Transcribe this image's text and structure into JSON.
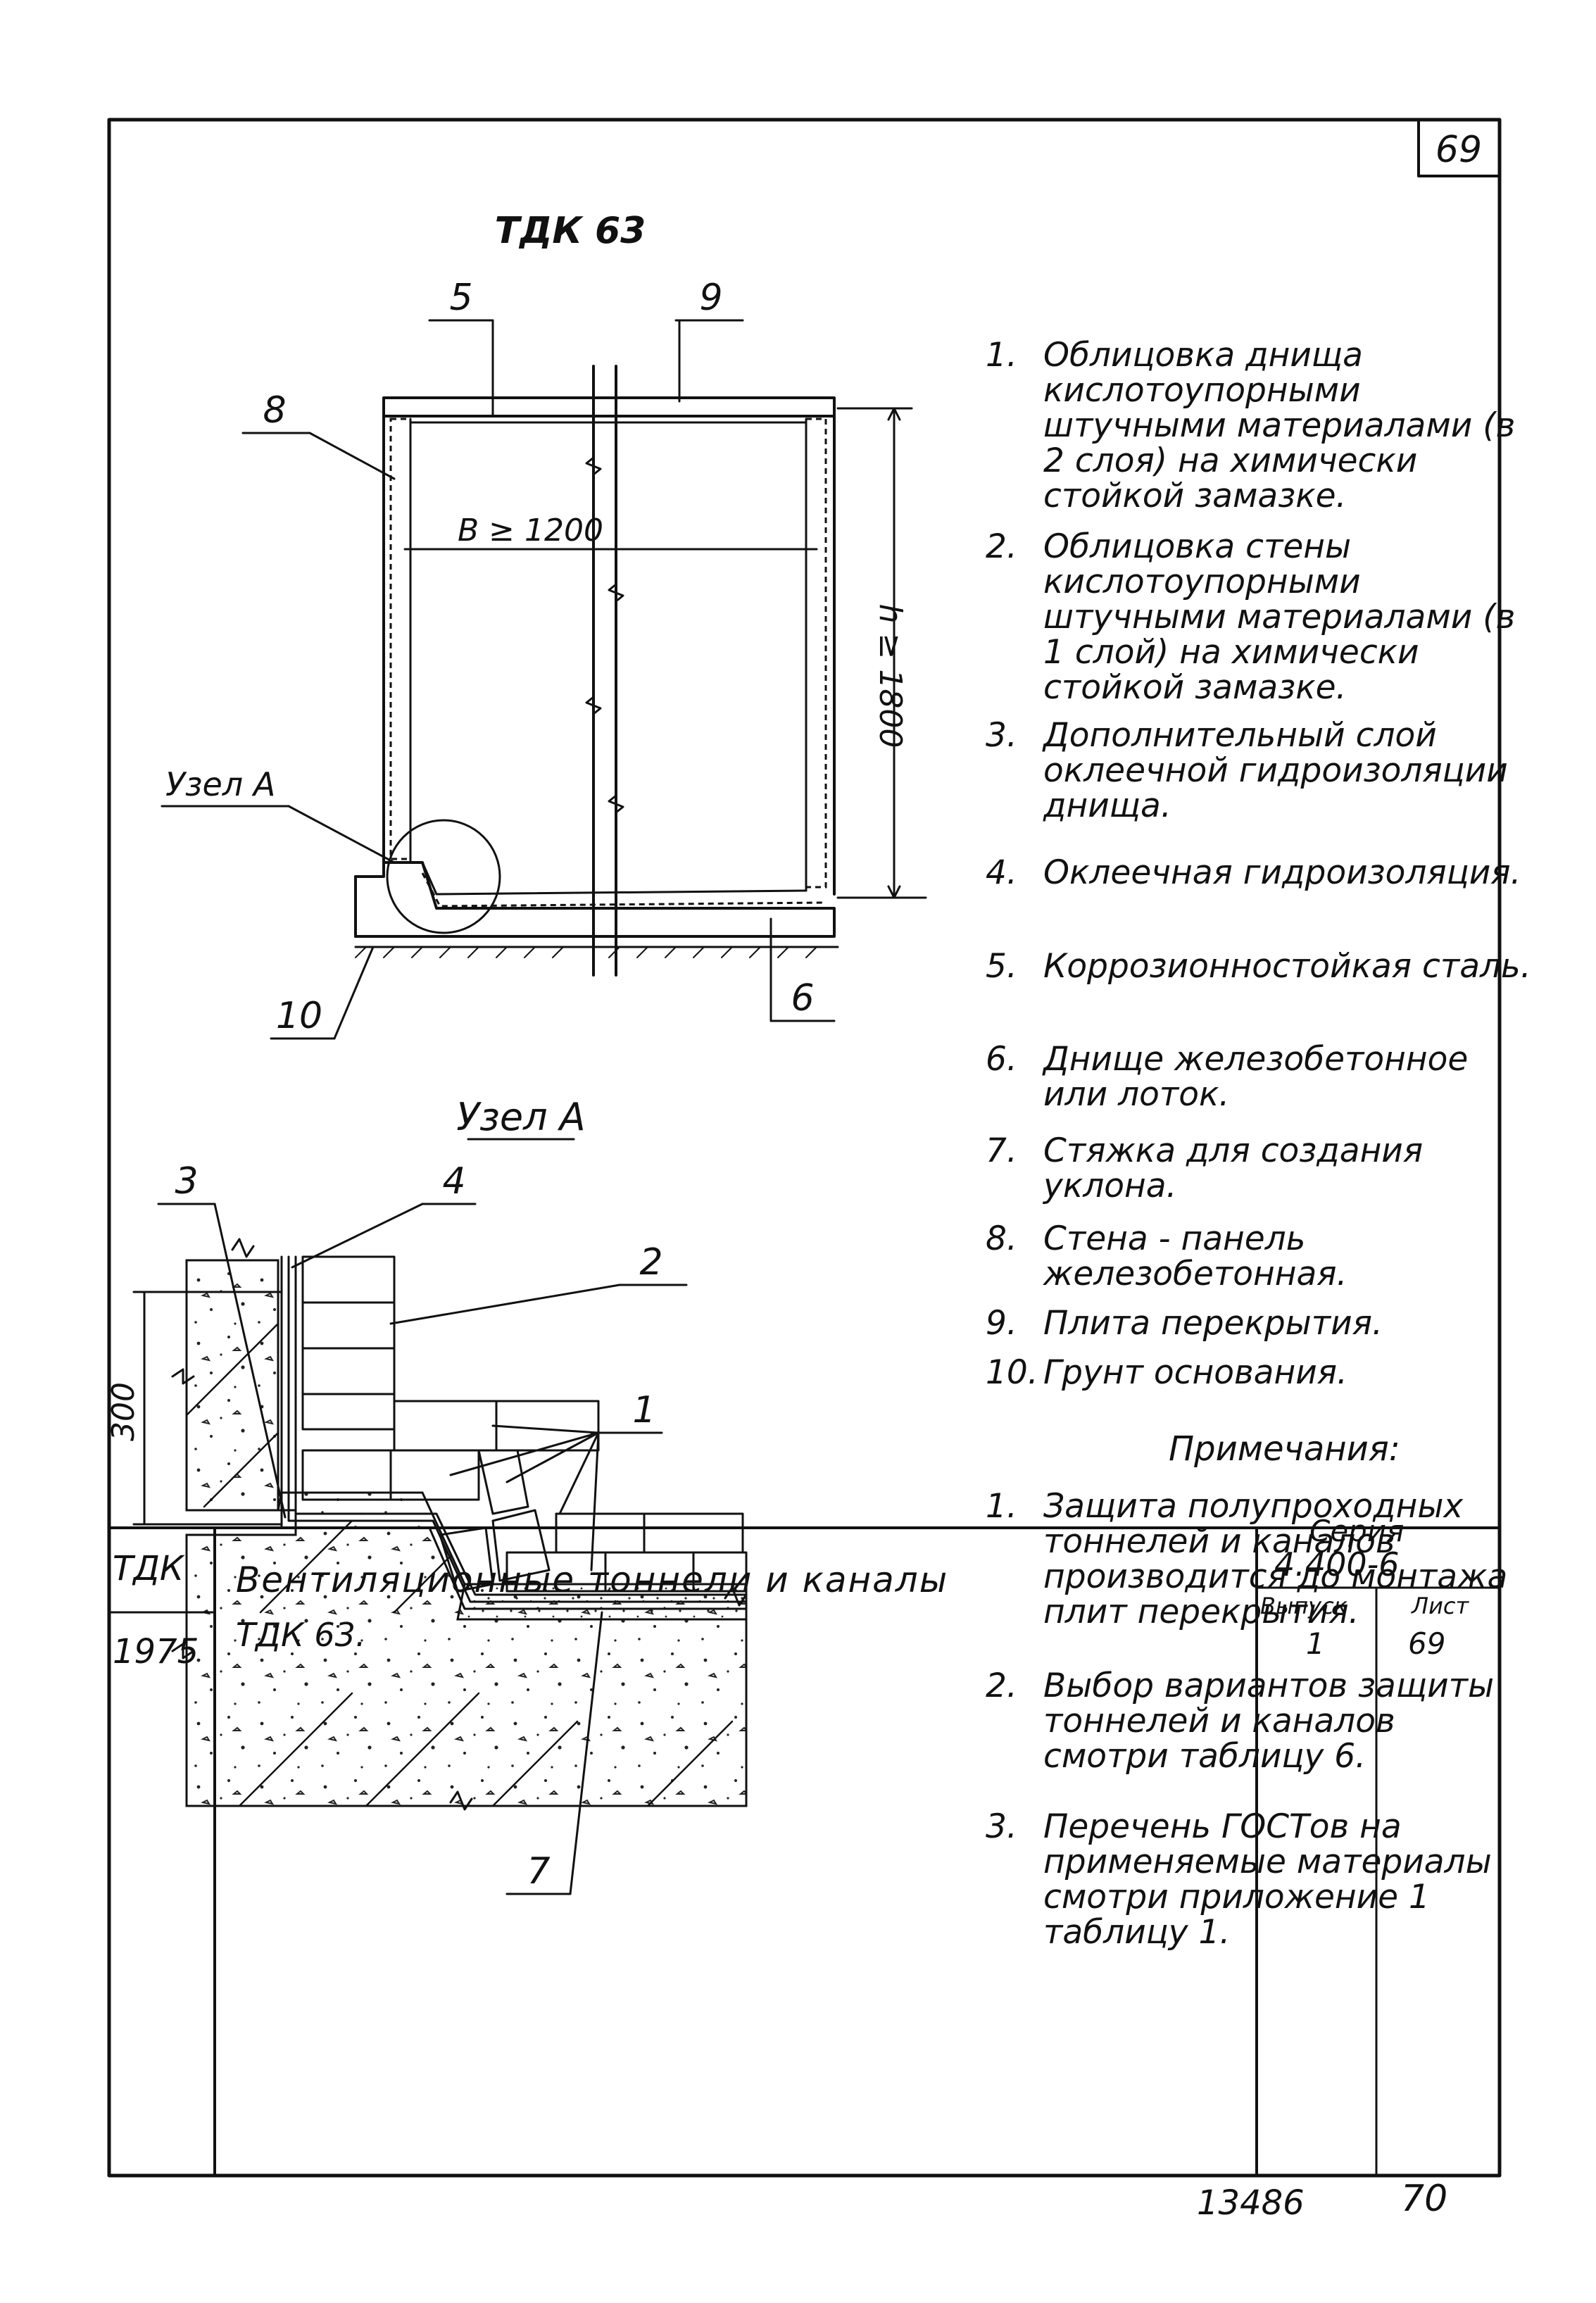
{
  "sheet": {
    "page_number": "69",
    "drawing_title": "ТДК 63",
    "section_title": "Узел А",
    "node_label": "Узел А"
  },
  "section_labels": {
    "l5": "5",
    "l9": "9",
    "l8": "8",
    "l10": "10",
    "l6": "6",
    "width_dim": "В ≥ 1200",
    "height_dim": "h ≥ 1800"
  },
  "detail_labels": {
    "l3": "3",
    "l4": "4",
    "l2": "2",
    "l1": "1",
    "l7": "7",
    "dim300": "300"
  },
  "legend": [
    {
      "num": "1.",
      "text": "Облицовка днища кислотоупорными штучными материалами (в 2 слоя) на химически стойкой замазке."
    },
    {
      "num": "2.",
      "text": "Облицовка стены кислотоупорными штучными материалами (в 1 слой) на химически стойкой замазке."
    },
    {
      "num": "3.",
      "text": "Дополнительный слой оклеечной гидроизоляции днища."
    },
    {
      "num": "4.",
      "text": "Оклеечная гидроизоляция."
    },
    {
      "num": "5.",
      "text": "Коррозионностойкая сталь."
    },
    {
      "num": "6.",
      "text": "Днище железобетонное или лоток."
    },
    {
      "num": "7.",
      "text": "Стяжка для создания уклона."
    },
    {
      "num": "8.",
      "text": "Стена - панель железобетонная."
    },
    {
      "num": "9.",
      "text": "Плита перекрытия."
    },
    {
      "num": "10.",
      "text": "Грунт основания."
    }
  ],
  "notes": {
    "heading": "Примечания:",
    "items": [
      {
        "num": "1.",
        "text": "Защита полупроходных тоннелей и каналов производится до монтажа плит перекрытия."
      },
      {
        "num": "2.",
        "text": "Выбор вариантов защиты тоннелей и каналов смотри таблицу 6."
      },
      {
        "num": "3.",
        "text": "Перечень ГОСТов на применяемые материалы смотри приложение 1 таблицу 1."
      }
    ]
  },
  "title_block": {
    "code": "ТДК",
    "year": "1975",
    "title_line1": "Вентиляционные тоннели и каналы",
    "title_line2": "ТДК 63.",
    "series_label": "Серия",
    "series_value": "4.400-6",
    "issue_label": "Выпуск",
    "issue_value": "1",
    "sheet_label": "Лист",
    "sheet_value": "69"
  },
  "footer": {
    "archive_number": "13486",
    "page_counter": "70"
  }
}
